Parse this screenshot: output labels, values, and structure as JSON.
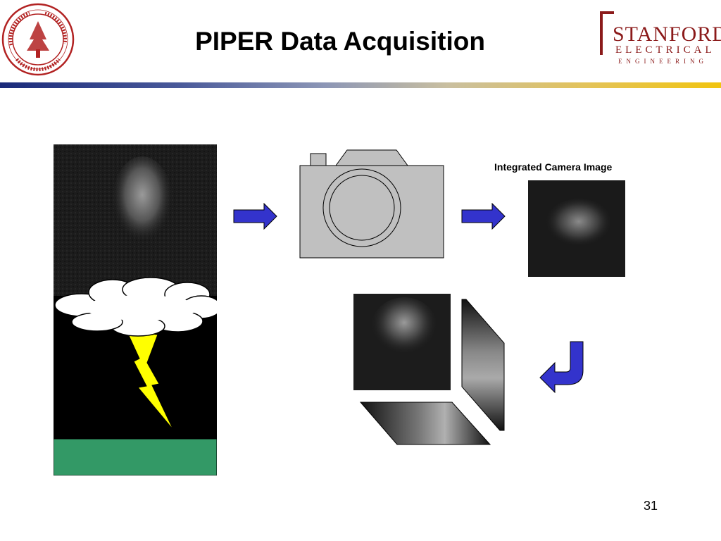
{
  "slide": {
    "title": "PIPER Data Acquisition",
    "page_number": "31",
    "camera_image_label": "Integrated Camera Image"
  },
  "logos": {
    "seal": {
      "text": "LELAND STANFORD JUNIOR UNIVERSITY ORGANIZED 1891"
    },
    "dept": {
      "line1": "STANFORD",
      "line2": "ELECTRICAL",
      "line3": "ENGINEERING"
    }
  },
  "colors": {
    "header_rule_start": "#1a2a7a",
    "header_rule_end": "#f1c40f",
    "arrow_blue": "#3333cc",
    "ground_green": "#339966",
    "lightning_yellow": "#ffff00",
    "camera_gray": "#c0c0c0",
    "seal_red": "#b22222"
  },
  "icons": [
    "stanford-seal-icon",
    "camera-icon",
    "cloud-icon",
    "lightning-bolt-icon",
    "right-arrow-icon",
    "curved-return-arrow-icon"
  ]
}
